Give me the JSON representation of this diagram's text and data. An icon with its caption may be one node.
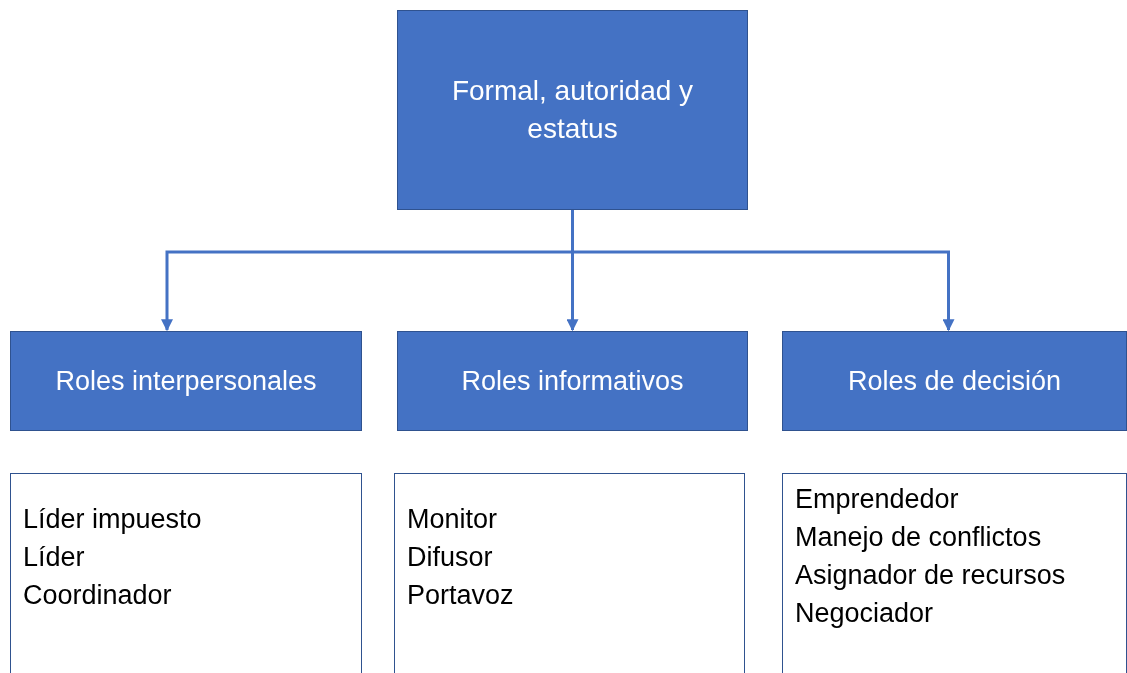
{
  "diagram": {
    "nodes": [
      {
        "text": [
          "Formal, autoridad y estatus"
        ]
      },
      {
        "text": [
          "Roles interpersonales"
        ]
      },
      {
        "text": [
          "Roles informativos"
        ]
      },
      {
        "text": [
          "Roles de decisión"
        ]
      },
      {
        "text": [
          "Líder impuesto",
          "Líder",
          "Coordinador"
        ]
      },
      {
        "text": [
          "Monitor",
          "Difusor",
          "Portavoz"
        ]
      },
      {
        "text": [
          "Emprendedor",
          "Manejo de conflictos",
          "Asignador de recursos",
          "Negociador"
        ]
      }
    ],
    "edges": [
      {
        "from": 0,
        "to": 1,
        "arrow": "to"
      },
      {
        "from": 0,
        "to": 2,
        "arrow": "to"
      },
      {
        "from": 0,
        "to": 3,
        "arrow": "to"
      }
    ]
  }
}
